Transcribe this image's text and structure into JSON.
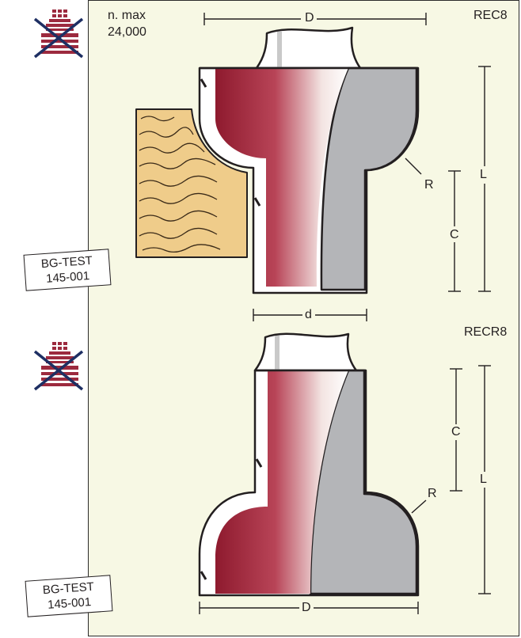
{
  "top": {
    "rpm_label": "n. max",
    "rpm_value": "24,000",
    "code": "REC8",
    "dim_D": "D",
    "dim_L": "L",
    "dim_C": "C",
    "dim_R": "R",
    "dim_d": "d",
    "test_line1": "BG-TEST",
    "test_line2": "145-001"
  },
  "bottom": {
    "code": "RECR8",
    "dim_D": "D",
    "dim_L": "L",
    "dim_C": "C",
    "dim_R": "R",
    "test_line1": "BG-TEST",
    "test_line2": "145-001"
  },
  "colors": {
    "blade_dark": "#8e1a2e",
    "body_grey": "#b4b5b8",
    "wood": "#efcc8a",
    "panel": "#f7f8e4",
    "icon_red": "#9c2a3e",
    "icon_blue": "#1e2f63"
  }
}
